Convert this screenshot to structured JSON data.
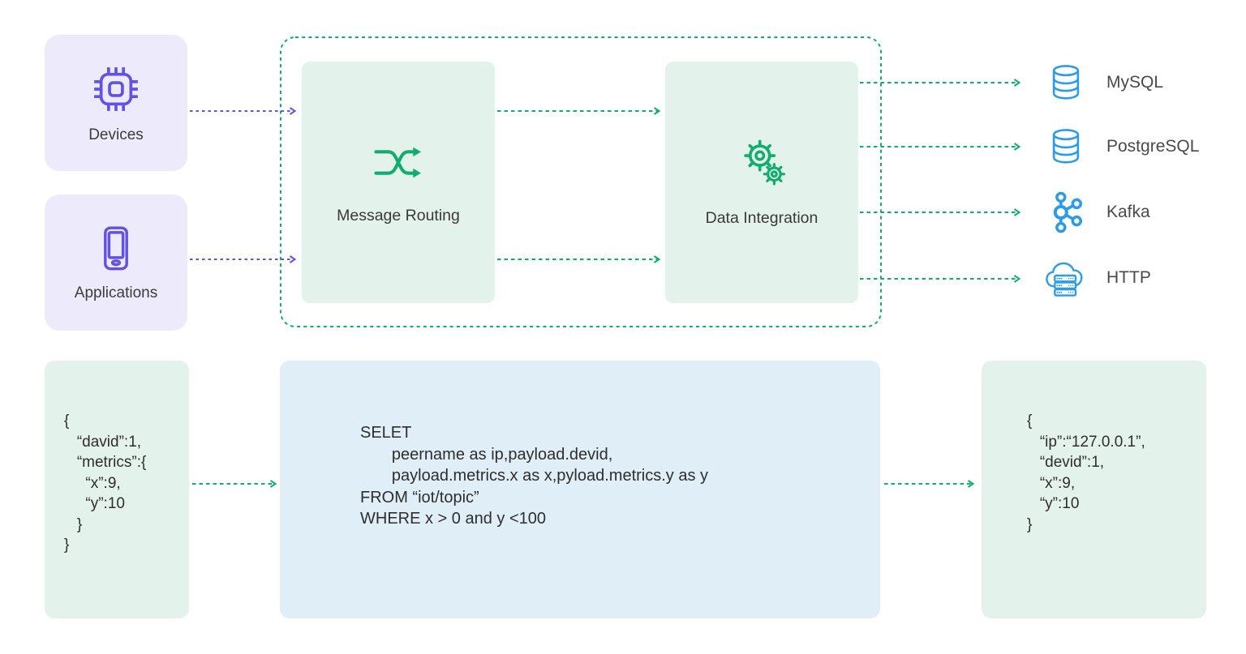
{
  "palette": {
    "purple": "#6152E4",
    "purple_bg": "#EDEAFB",
    "green": "#12AC6E",
    "green_bg": "#E4F2EC",
    "blue": "#2D9BE9",
    "blue_bg": "#E0EEF8"
  },
  "sources": [
    {
      "label": "Devices",
      "icon": "chip-icon"
    },
    {
      "label": "Applications",
      "icon": "tablet-icon"
    }
  ],
  "pipeline": {
    "stages": [
      {
        "label": "Message Routing",
        "icon": "shuffle-icon"
      },
      {
        "label": "Data Integration",
        "icon": "gears-icon"
      }
    ]
  },
  "sinks": [
    {
      "label": "MySQL",
      "icon": "database-icon"
    },
    {
      "label": "PostgreSQL",
      "icon": "database-icon"
    },
    {
      "label": "Kafka",
      "icon": "kafka-icon"
    },
    {
      "label": "HTTP",
      "icon": "cloud-server-icon"
    }
  ],
  "code": {
    "input": {
      "lines": [
        "{",
        "   “david”:1,",
        "   “metrics”:{",
        "     “x”:9,",
        "     “y”:10",
        "   }",
        "}"
      ]
    },
    "sql": {
      "lines": [
        "SELET",
        "       peername as ip,payload.devid,",
        "       payload.metrics.x as x,pyload.metrics.y as y",
        "FROM “iot/topic”",
        "WHERE x > 0 and y <100"
      ]
    },
    "output": {
      "lines": [
        "{",
        "   “ip”:“127.0.0.1”,",
        "   “devid”:1,",
        "   “x”:9,",
        "   “y”:10",
        "}"
      ]
    }
  }
}
